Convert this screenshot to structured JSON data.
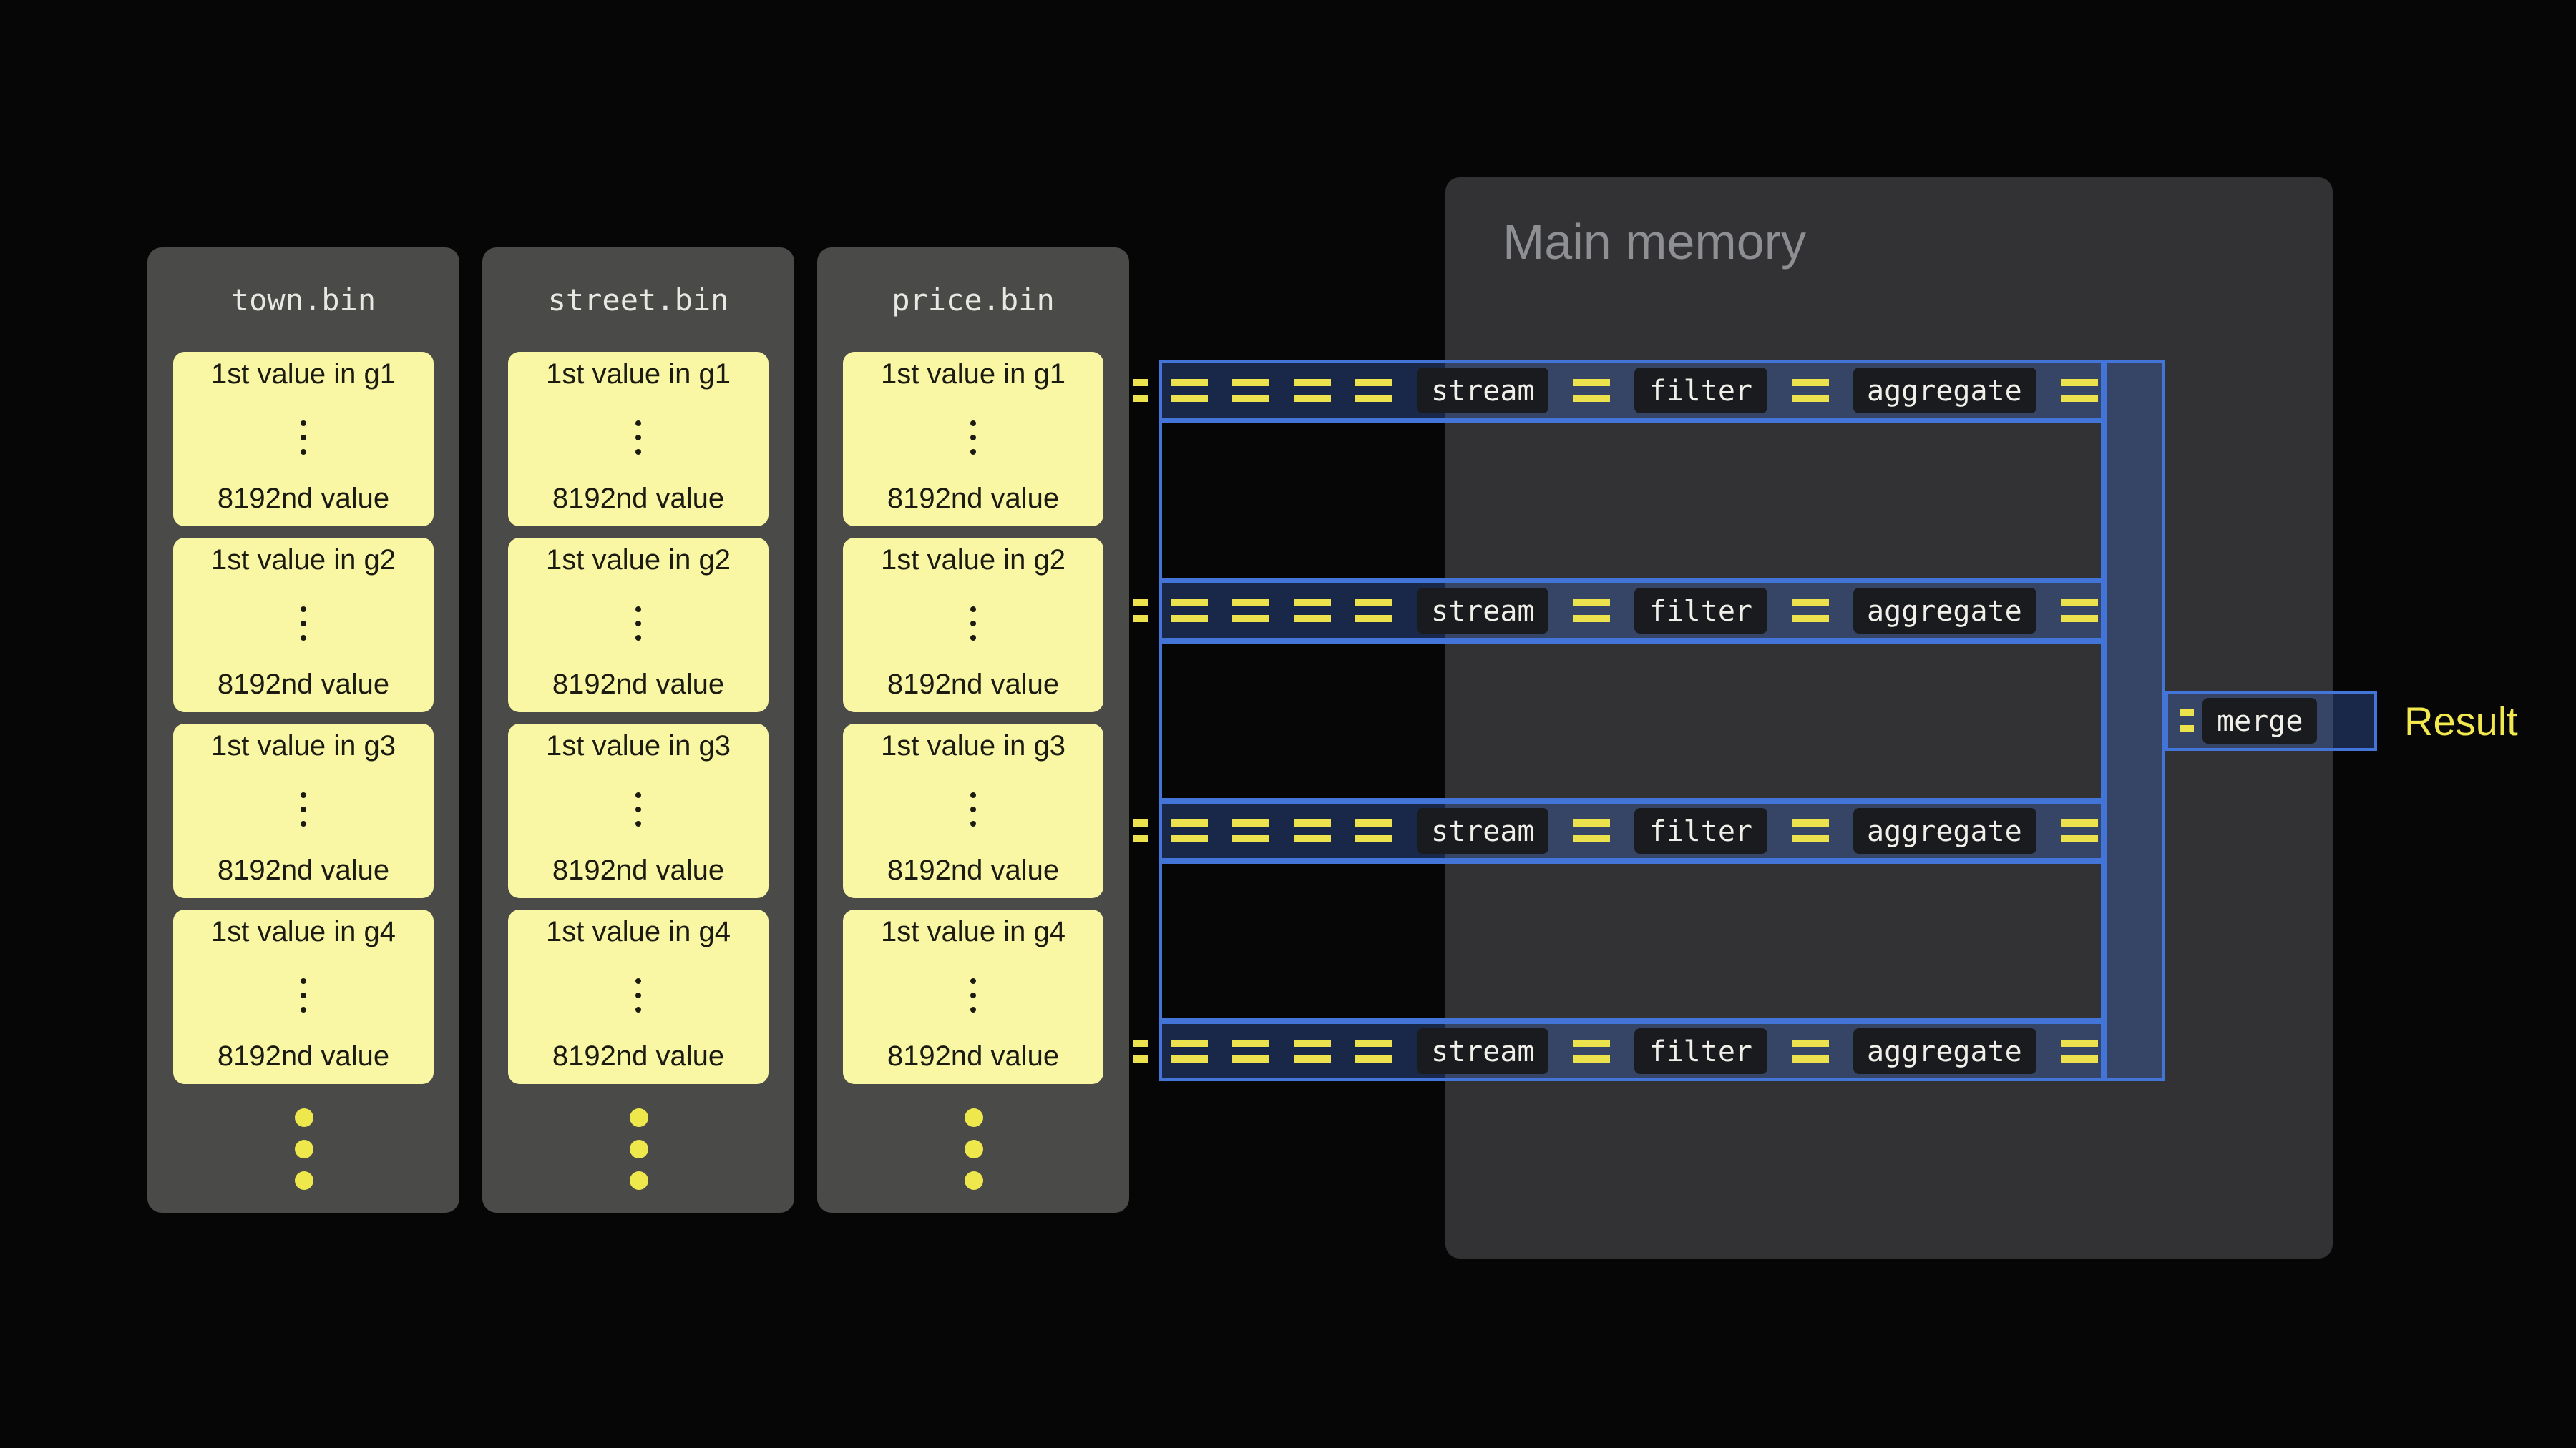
{
  "files": [
    {
      "title": "town.bin",
      "groups": [
        {
          "first": "1st value in g1",
          "last": "8192nd value"
        },
        {
          "first": "1st value in g2",
          "last": "8192nd value"
        },
        {
          "first": "1st value in g3",
          "last": "8192nd value"
        },
        {
          "first": "1st value in g4",
          "last": "8192nd value"
        }
      ]
    },
    {
      "title": "street.bin",
      "groups": [
        {
          "first": "1st value in g1",
          "last": "8192nd value"
        },
        {
          "first": "1st value in g2",
          "last": "8192nd value"
        },
        {
          "first": "1st value in g3",
          "last": "8192nd value"
        },
        {
          "first": "1st value in g4",
          "last": "8192nd value"
        }
      ]
    },
    {
      "title": "price.bin",
      "groups": [
        {
          "first": "1st value in g1",
          "last": "8192nd value"
        },
        {
          "first": "1st value in g2",
          "last": "8192nd value"
        },
        {
          "first": "1st value in g3",
          "last": "8192nd value"
        },
        {
          "first": "1st value in g4",
          "last": "8192nd value"
        }
      ]
    }
  ],
  "memory": {
    "title": "Main memory"
  },
  "pipelines": [
    {
      "stages": [
        "stream",
        "filter",
        "aggregate"
      ]
    },
    {
      "stages": [
        "stream",
        "filter",
        "aggregate"
      ]
    },
    {
      "stages": [
        "stream",
        "filter",
        "aggregate"
      ]
    },
    {
      "stages": [
        "stream",
        "filter",
        "aggregate"
      ]
    }
  ],
  "merge_label": "merge",
  "result_label": "Result",
  "colors": {
    "accent_blue": "#4374d8",
    "accent_yellow": "#ebe24e",
    "card_yellow": "#f9f7a3"
  }
}
